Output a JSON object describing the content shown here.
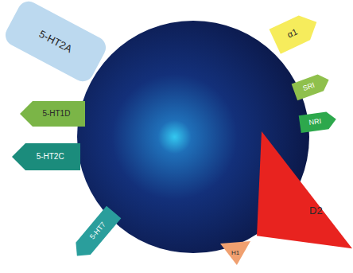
{
  "diagram": {
    "nodes": [
      {
        "text": [
          "5-HT2A"
        ]
      },
      {
        "text": [
          "α1"
        ]
      },
      {
        "text": [
          "SRI"
        ]
      },
      {
        "text": [
          "NRI"
        ]
      },
      {
        "text": [
          "5-HT1D"
        ]
      },
      {
        "text": [
          "5-HT2C"
        ]
      },
      {
        "text": [
          "D2"
        ]
      },
      {
        "text": [
          "5-HT7"
        ]
      },
      {
        "text": [
          "H1"
        ]
      }
    ]
  }
}
